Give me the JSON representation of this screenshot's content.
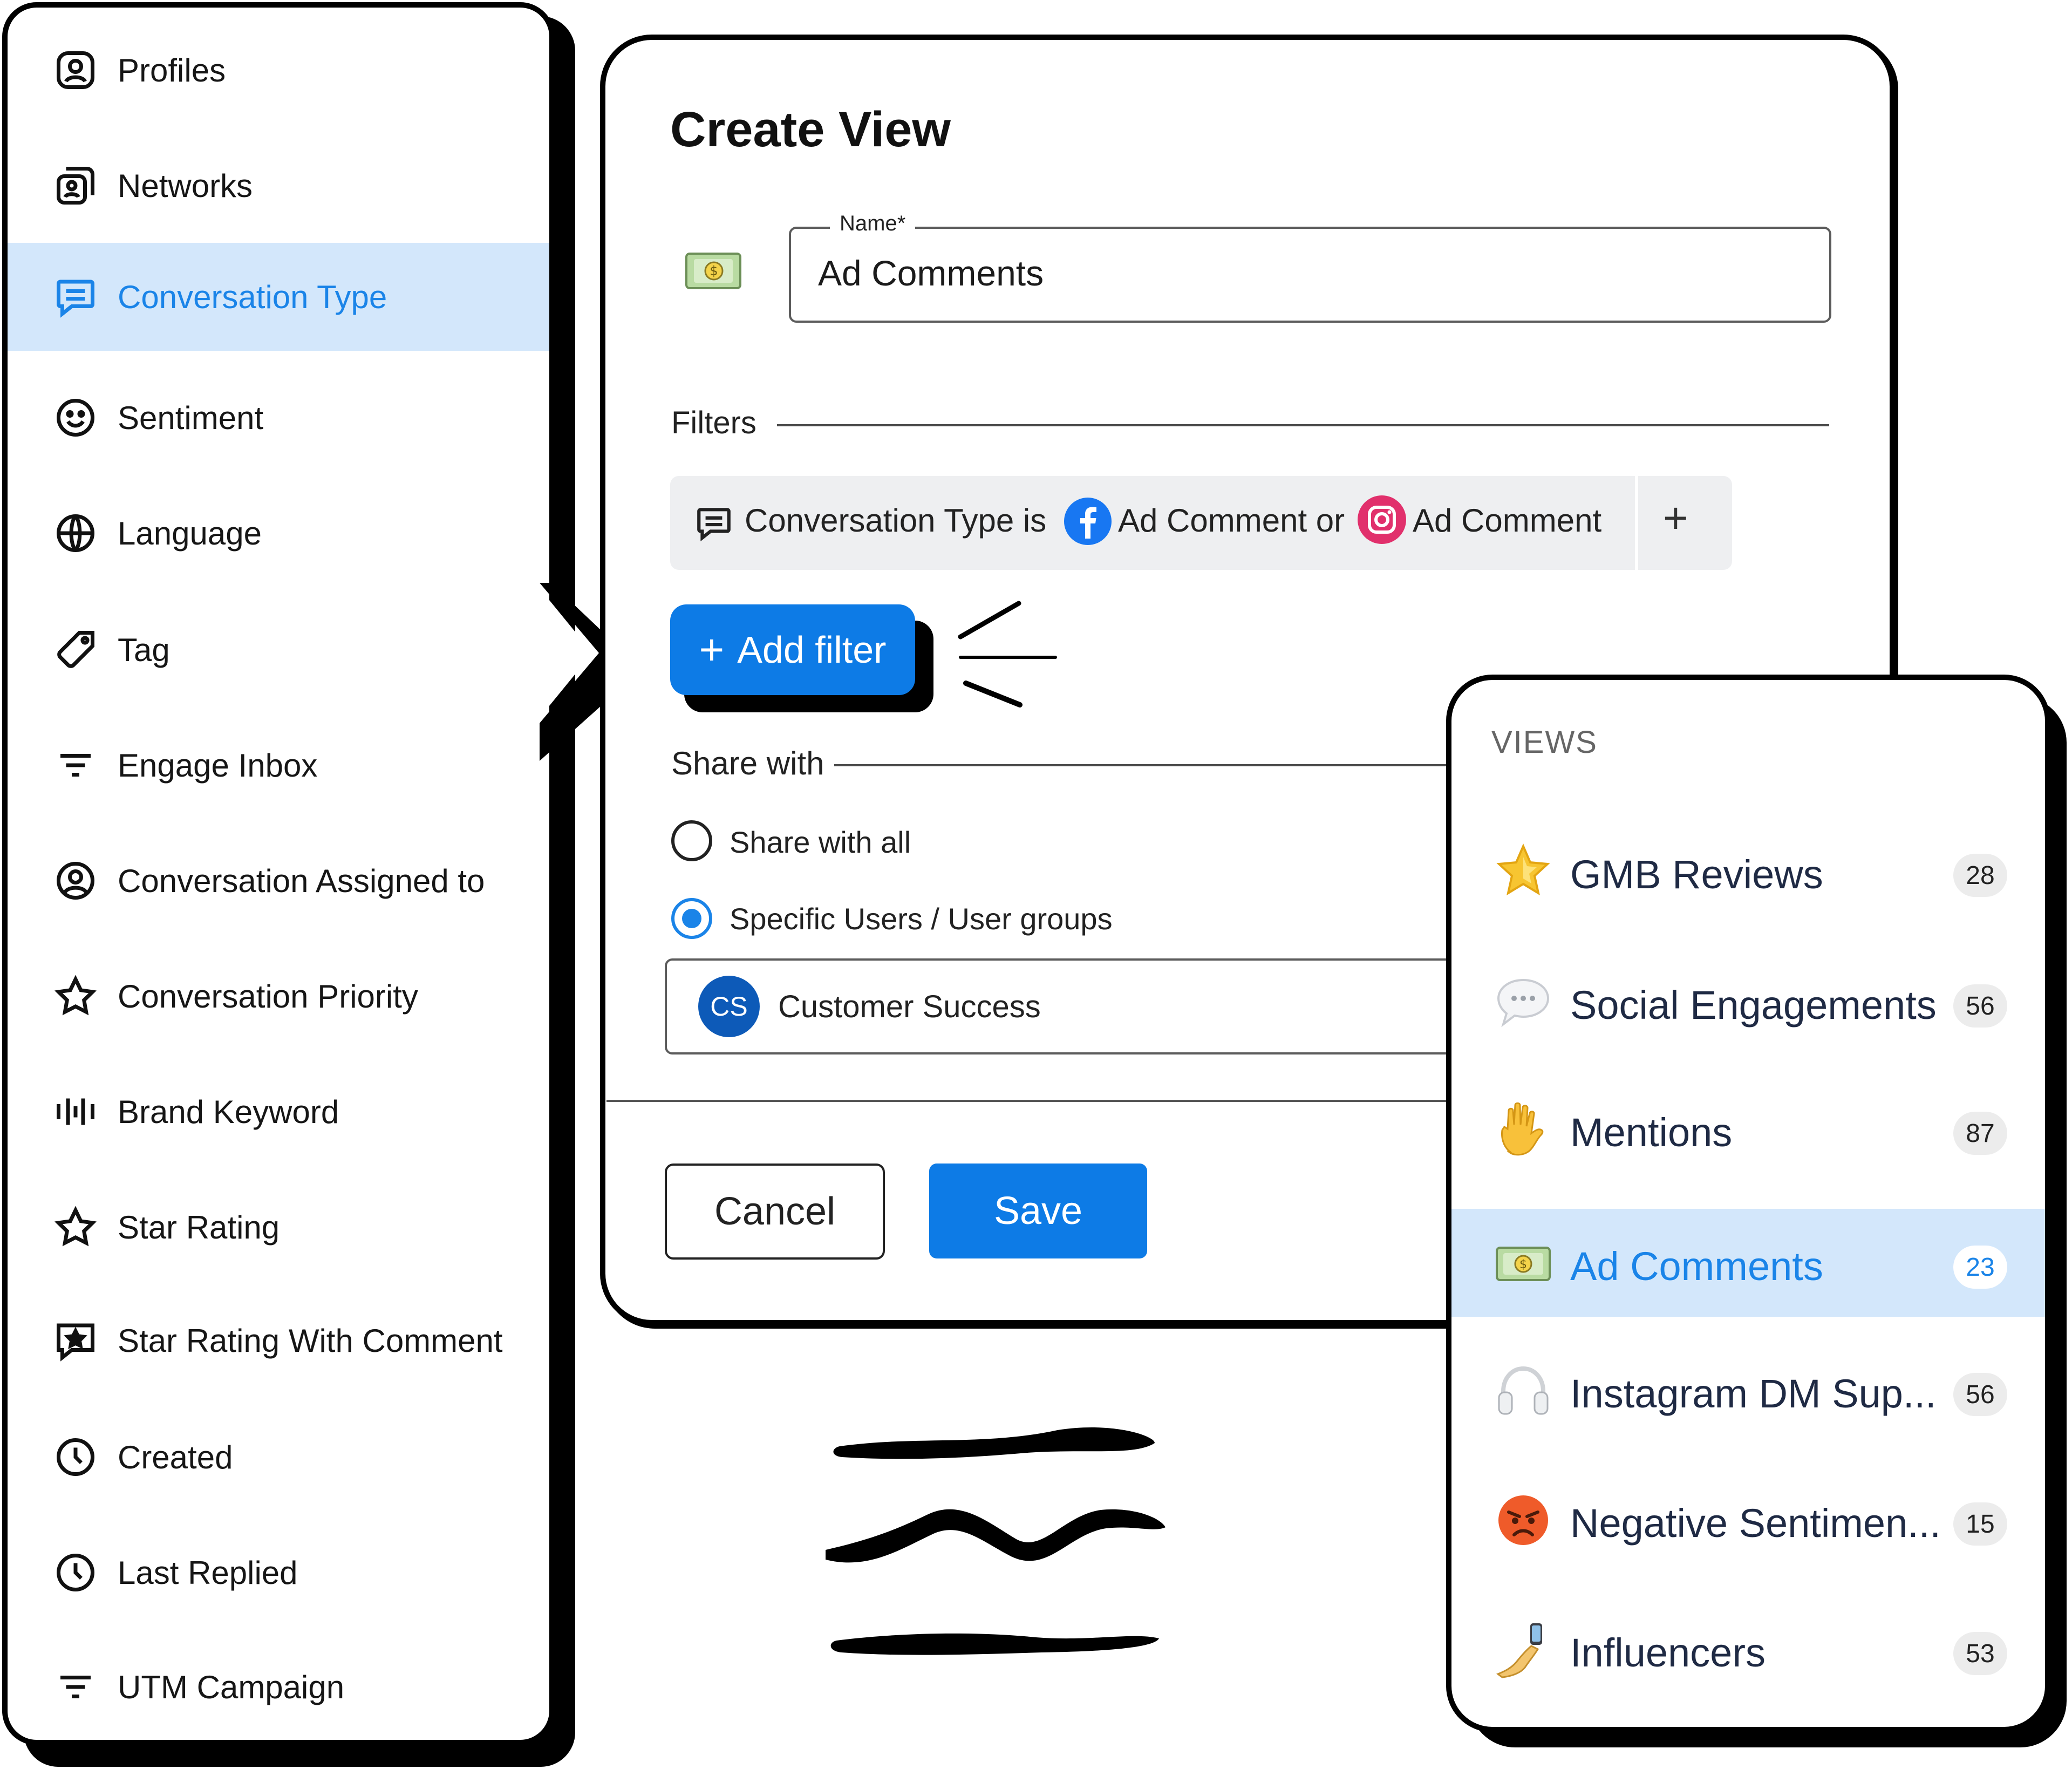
{
  "sidebar": {
    "items": [
      {
        "label": "Profiles",
        "icon": "user-badge-icon",
        "active": false
      },
      {
        "label": "Networks",
        "icon": "networks-icon",
        "active": false
      },
      {
        "label": "Conversation Type",
        "icon": "message-icon",
        "active": true
      },
      {
        "label": "Sentiment",
        "icon": "smiley-icon",
        "active": false
      },
      {
        "label": "Language",
        "icon": "globe-icon",
        "active": false
      },
      {
        "label": "Tag",
        "icon": "tag-icon",
        "active": false
      },
      {
        "label": "Engage Inbox",
        "icon": "filter-icon",
        "active": false
      },
      {
        "label": "Conversation Assigned to",
        "icon": "user-circle-icon",
        "active": false
      },
      {
        "label": "Conversation Priority",
        "icon": "star-icon",
        "active": false
      },
      {
        "label": "Brand Keyword",
        "icon": "waveform-icon",
        "active": false
      },
      {
        "label": "Star Rating",
        "icon": "star-icon",
        "active": false
      },
      {
        "label": "Star Rating With Comment",
        "icon": "star-message-icon",
        "active": false
      },
      {
        "label": "Created",
        "icon": "clock-icon",
        "active": false
      },
      {
        "label": "Last Replied",
        "icon": "clock-icon",
        "active": false
      },
      {
        "label": "UTM Campaign",
        "icon": "filter-icon",
        "active": false
      }
    ]
  },
  "create_view": {
    "title": "Create View",
    "name_label": "Name*",
    "name_value": "Ad Comments",
    "name_emoji": "money-icon",
    "filters_label": "Filters",
    "filter_chip": {
      "prefix": "Conversation Type is",
      "facebook_text": "Ad Comment or",
      "instagram_text": "Ad Comment",
      "add": "+"
    },
    "add_filter_label": "Add filter",
    "share_label": "Share with",
    "share_all_label": "Share with all",
    "share_specific_label": "Specific Users / User groups",
    "selected_option": "Specific Users / User groups",
    "user_group": {
      "initials": "CS",
      "name": "Customer Success"
    },
    "cancel_label": "Cancel",
    "save_label": "Save"
  },
  "views": {
    "title": "VIEWS",
    "items": [
      {
        "emoji": "star-icon",
        "label": "GMB Reviews",
        "count": "28",
        "active": false
      },
      {
        "emoji": "speech-bubble-icon",
        "label": "Social Engagements",
        "count": "56",
        "active": false
      },
      {
        "emoji": "raised-hand-icon",
        "label": "Mentions",
        "count": "87",
        "active": false
      },
      {
        "emoji": "money-icon",
        "label": "Ad Comments",
        "count": "23",
        "active": true
      },
      {
        "emoji": "headphones-icon",
        "label": "Instagram DM Sup...",
        "count": "56",
        "active": false
      },
      {
        "emoji": "angry-face-icon",
        "label": "Negative Sentimen...",
        "count": "15",
        "active": false
      },
      {
        "emoji": "selfie-icon",
        "label": "Influencers",
        "count": "53",
        "active": false
      }
    ]
  },
  "colors": {
    "accent": "#0d7be6",
    "active_bg": "#d3e7fb",
    "active_text": "#1a84e8",
    "facebook": "#1877f2",
    "instagram": "#e1306c"
  }
}
